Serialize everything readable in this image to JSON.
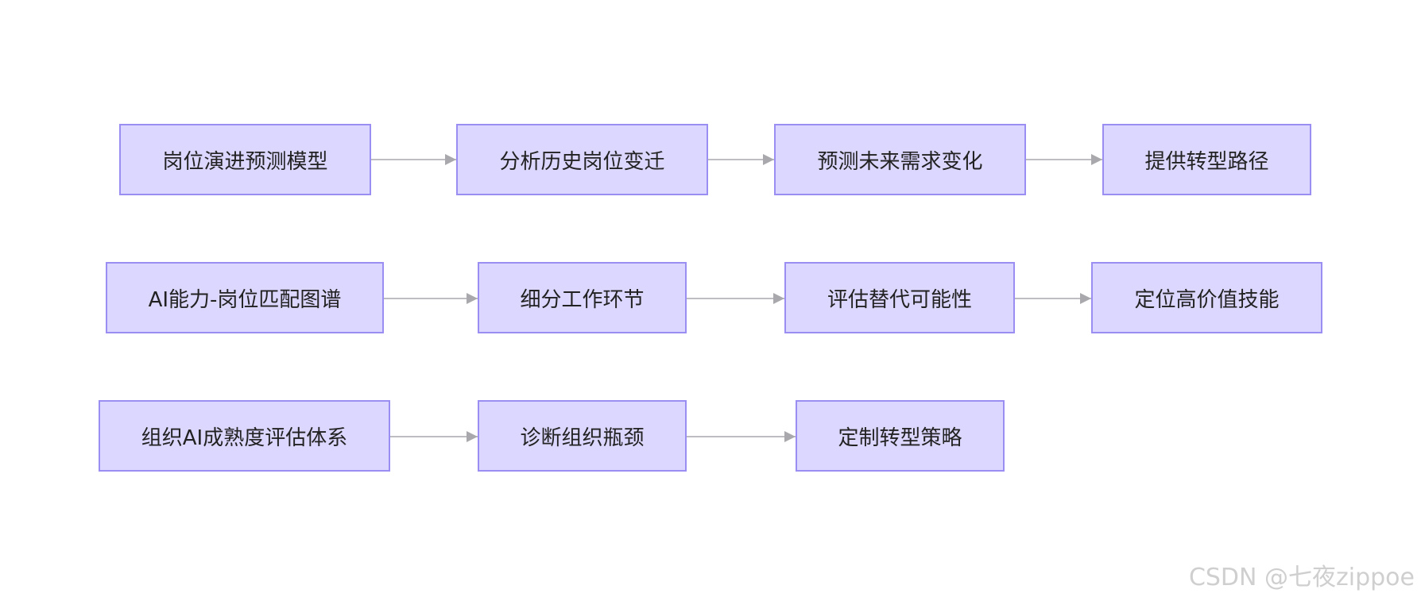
{
  "flows": [
    {
      "steps": [
        "岗位演进预测模型",
        "分析历史岗位变迁",
        "预测未来需求变化",
        "提供转型路径"
      ]
    },
    {
      "steps": [
        "AI能力-岗位匹配图谱",
        "细分工作环节",
        "评估替代可能性",
        "定位高价值技能"
      ]
    },
    {
      "steps": [
        "组织AI成熟度评估体系",
        "诊断组织瓶颈",
        "定制转型策略"
      ]
    }
  ],
  "colors": {
    "node_fill": "#dcd7ff",
    "node_border": "#9b8ef2",
    "arrow": "#a9a9ad",
    "text": "#222222"
  },
  "watermark": "CSDN @七夜zippoe"
}
